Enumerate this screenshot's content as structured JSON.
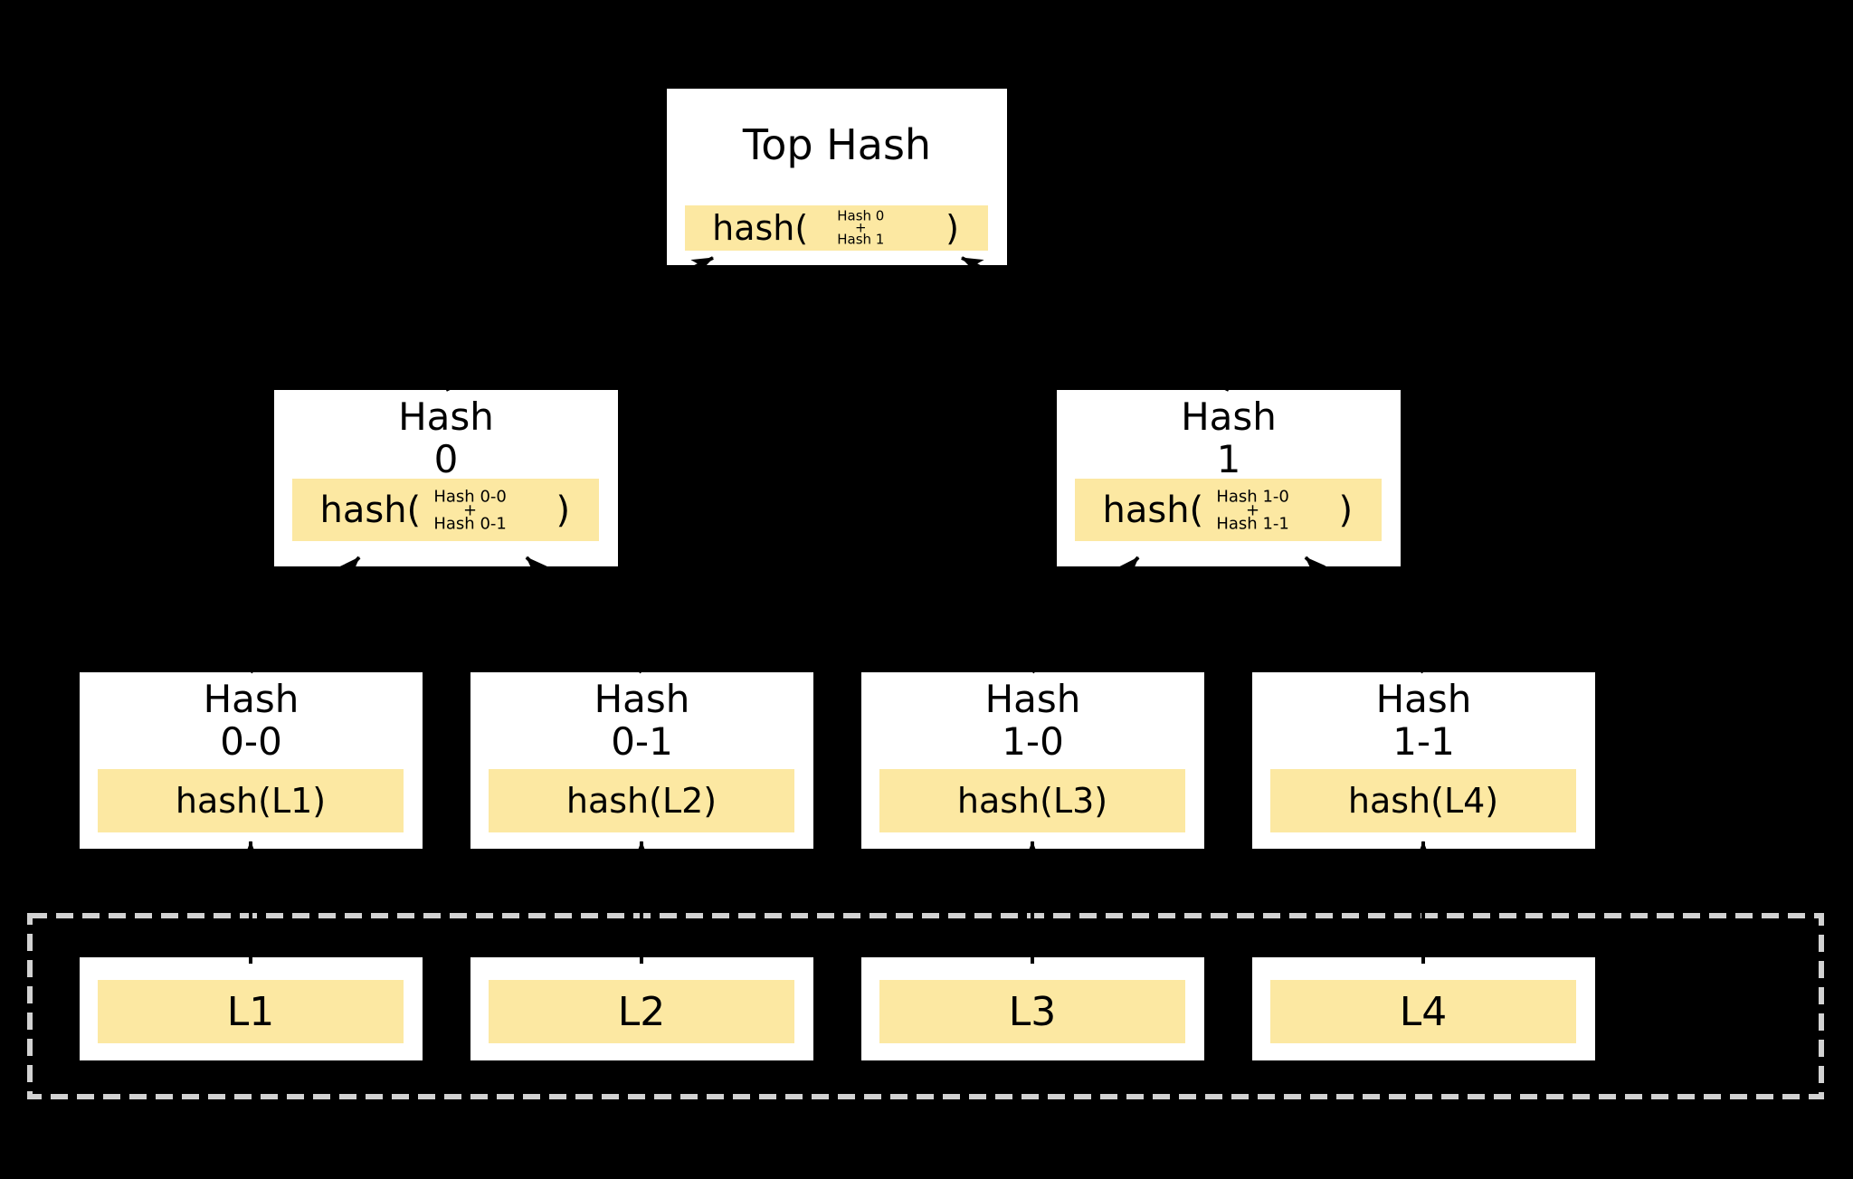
{
  "colors": {
    "background": "#000000",
    "node_box": "#ffffff",
    "label_band": "#fce8a2",
    "dashed_border": "#d2d2d2",
    "text": "#000000",
    "arrow": "#000000"
  },
  "root": {
    "title": "Top Hash",
    "hash_open": "hash(",
    "operand_top": "Hash 0",
    "operator": "+",
    "operand_bottom": "Hash 1",
    "hash_close": ")"
  },
  "internal_nodes": [
    {
      "title_line1": "Hash",
      "title_line2": "0",
      "hash_open": "hash(",
      "operand_top": "Hash 0-0",
      "operator": "+",
      "operand_bottom": "Hash 0-1",
      "hash_close": ")"
    },
    {
      "title_line1": "Hash",
      "title_line2": "1",
      "hash_open": "hash(",
      "operand_top": "Hash 1-0",
      "operator": "+",
      "operand_bottom": "Hash 1-1",
      "hash_close": ")"
    }
  ],
  "leaf_nodes": [
    {
      "title_line1": "Hash",
      "title_line2": "0-0",
      "label": "hash(L1)"
    },
    {
      "title_line1": "Hash",
      "title_line2": "0-1",
      "label": "hash(L2)"
    },
    {
      "title_line1": "Hash",
      "title_line2": "1-0",
      "label": "hash(L3)"
    },
    {
      "title_line1": "Hash",
      "title_line2": "1-1",
      "label": "hash(L4)"
    }
  ],
  "data_blocks": [
    {
      "label": "L1"
    },
    {
      "label": "L2"
    },
    {
      "label": "L3"
    },
    {
      "label": "L4"
    }
  ]
}
